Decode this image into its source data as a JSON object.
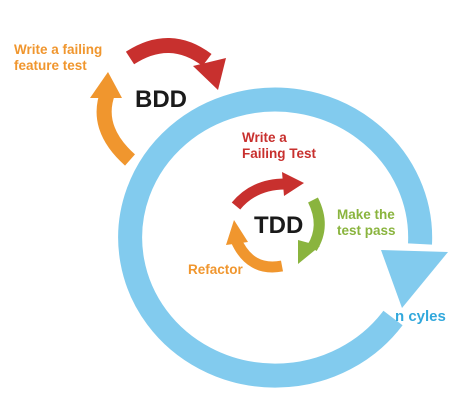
{
  "colors": {
    "red": "#c8302e",
    "orange": "#f0962e",
    "green": "#8ab43e",
    "blue": "#82cbee",
    "blue_text": "#32a8dc",
    "text_dark": "#1a1a1a"
  },
  "bdd": {
    "title": "BDD",
    "step_line1": "Write a failing",
    "step_line2": "feature test"
  },
  "tdd": {
    "title": "TDD",
    "step1_line1": "Write a",
    "step1_line2": "Failing Test",
    "step2_line1": "Make the",
    "step2_line2": "test pass",
    "step3": "Refactor"
  },
  "outer": {
    "cycles_label": "n cyles"
  }
}
